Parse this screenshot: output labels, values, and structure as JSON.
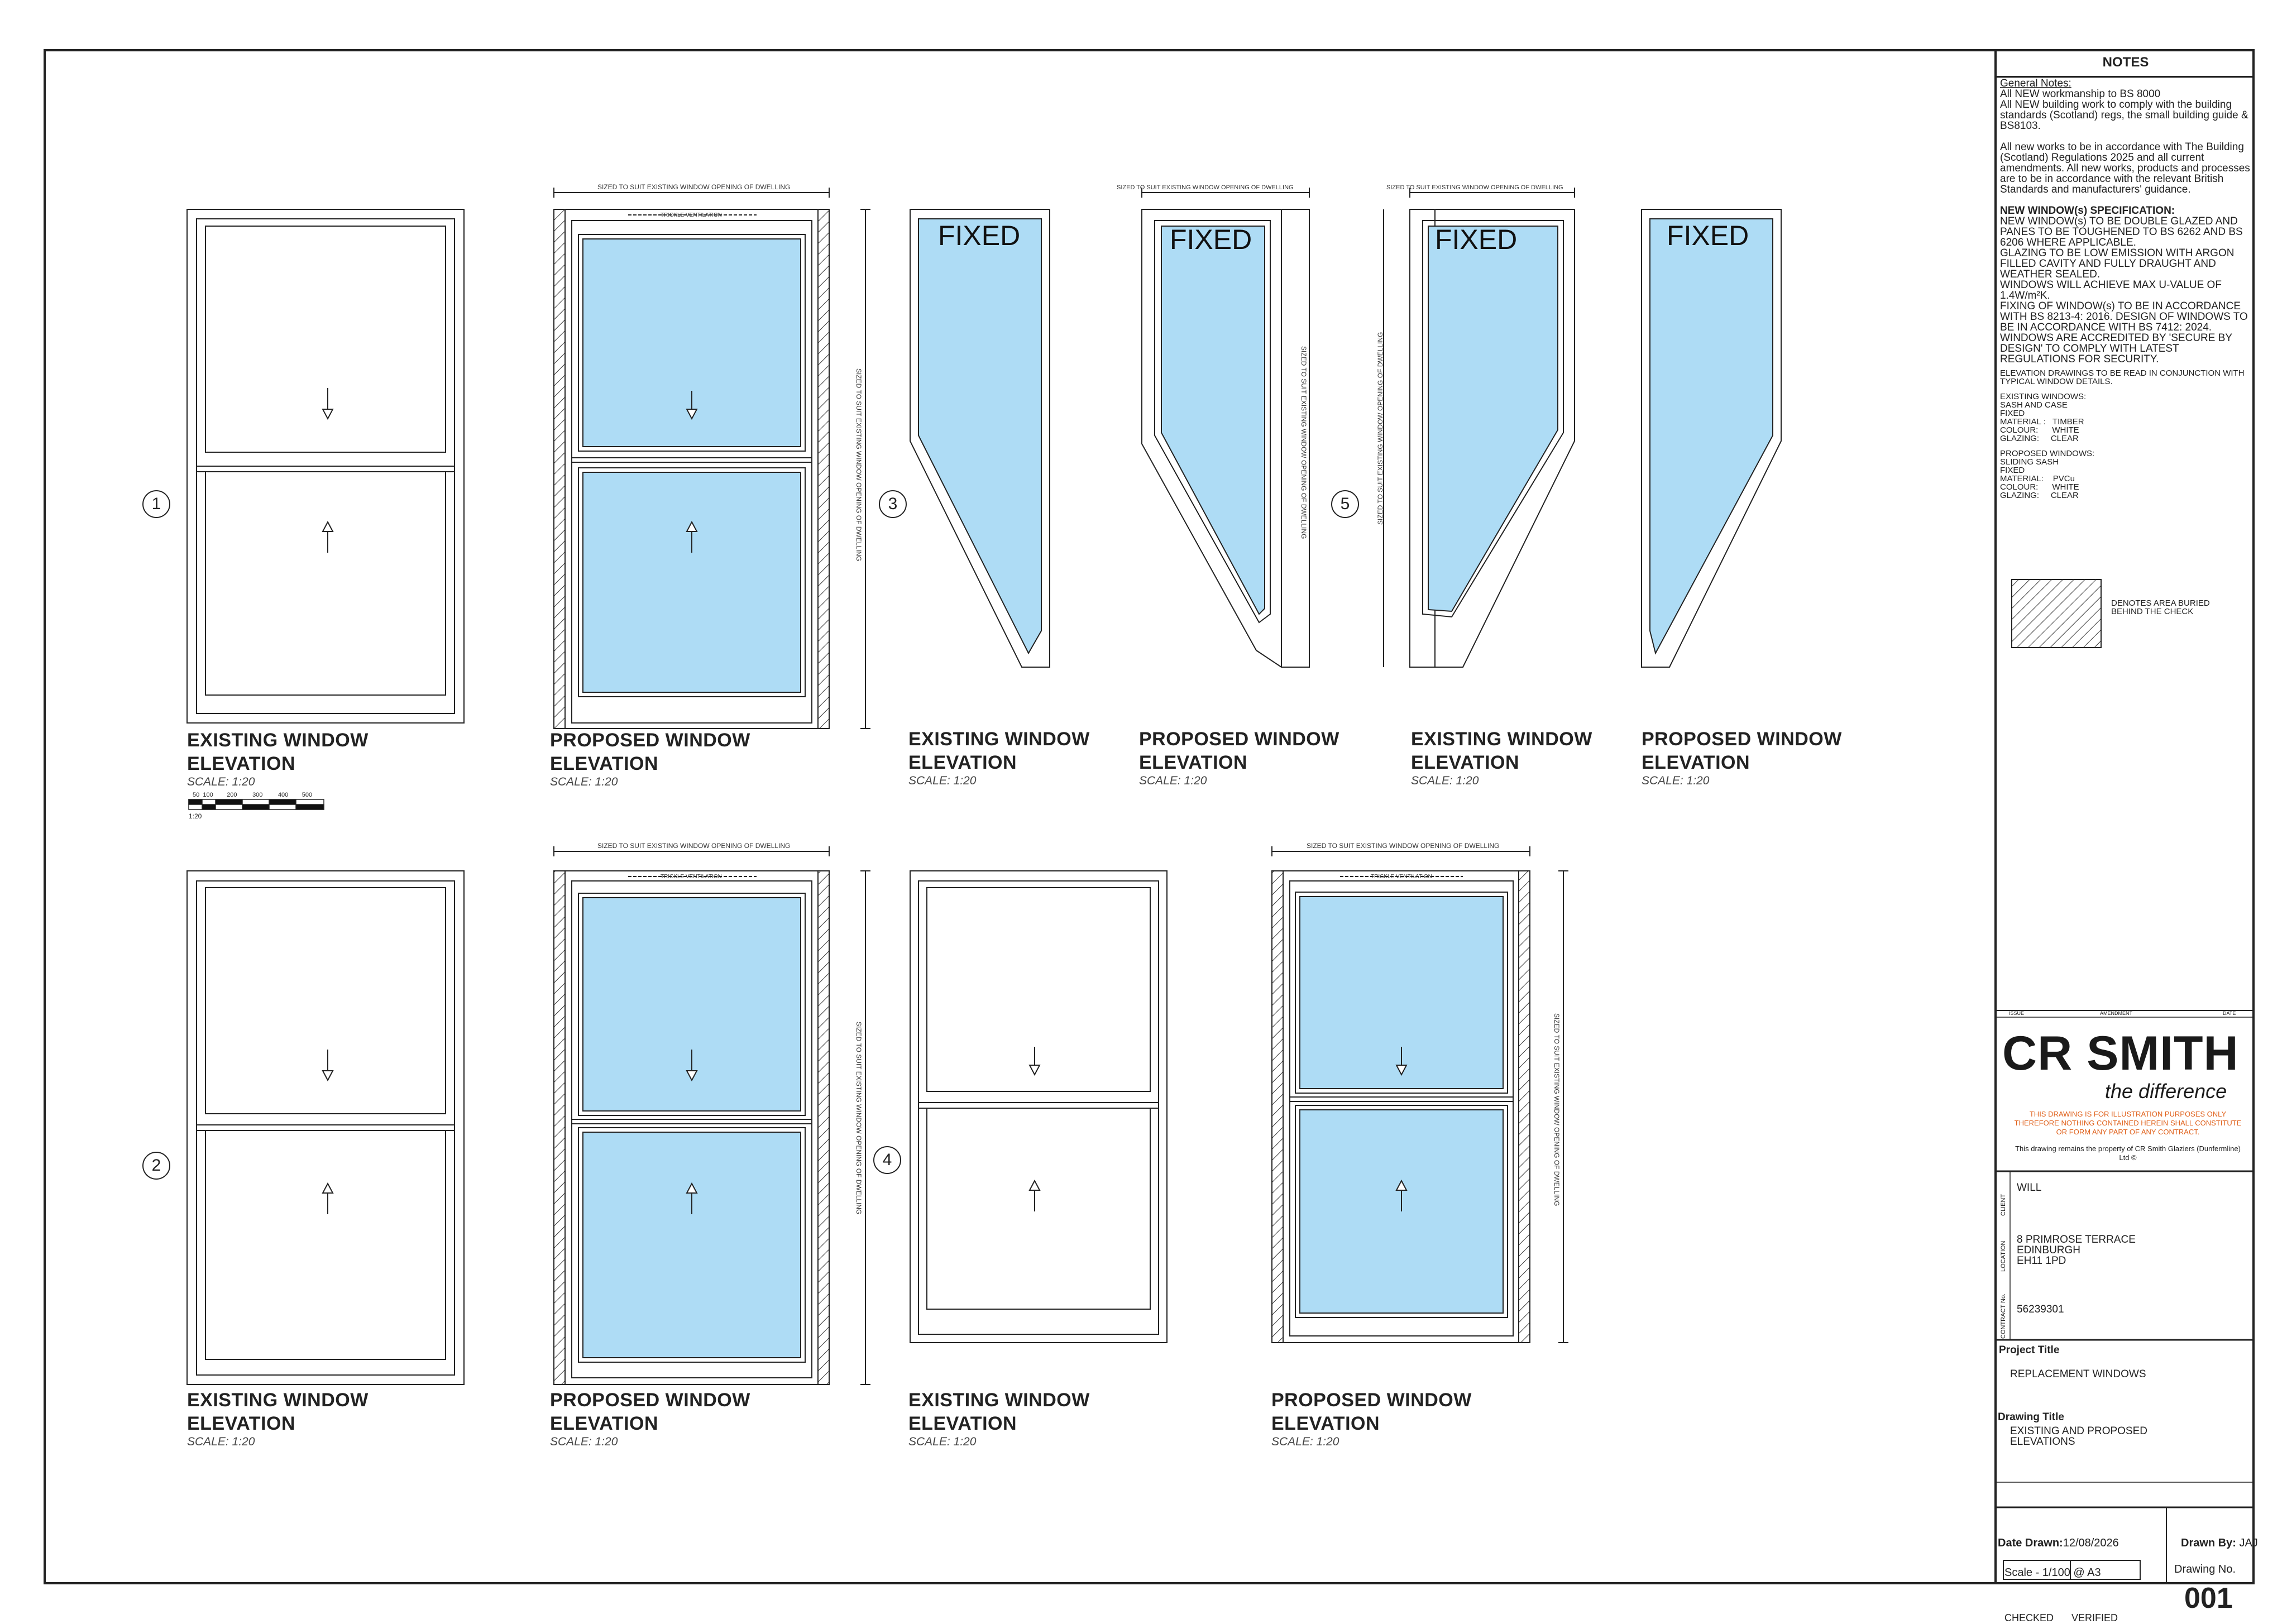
{
  "elevations": [
    {
      "id": "e1-existing",
      "title_line1": "EXISTING WINDOW",
      "title_line2": "ELEVATION",
      "scale": "SCALE: 1:20"
    },
    {
      "id": "e1-proposed",
      "title_line1": "PROPOSED WINDOW",
      "title_line2": "ELEVATION",
      "scale": "SCALE: 1:20"
    },
    {
      "id": "e3-existing",
      "title_line1": "EXISTING WINDOW",
      "title_line2": "ELEVATION",
      "scale": "SCALE: 1:20"
    },
    {
      "id": "e3-proposed",
      "title_line1": "PROPOSED WINDOW",
      "title_line2": "ELEVATION",
      "scale": "SCALE: 1:20"
    },
    {
      "id": "e5-existing",
      "title_line1": "EXISTING WINDOW",
      "title_line2": "ELEVATION",
      "scale": "SCALE: 1:20"
    },
    {
      "id": "e5-proposed",
      "title_line1": "PROPOSED WINDOW",
      "title_line2": "ELEVATION",
      "scale": "SCALE: 1:20"
    },
    {
      "id": "e2-existing",
      "title_line1": "EXISTING WINDOW",
      "title_line2": "ELEVATION",
      "scale": "SCALE: 1:20"
    },
    {
      "id": "e2-proposed",
      "title_line1": "PROPOSED WINDOW",
      "title_line2": "ELEVATION",
      "scale": "SCALE: 1:20"
    },
    {
      "id": "e4-existing",
      "title_line1": "EXISTING WINDOW",
      "title_line2": "ELEVATION",
      "scale": "SCALE: 1:20"
    },
    {
      "id": "e4-proposed",
      "title_line1": "PROPOSED WINDOW",
      "title_line2": "ELEVATION",
      "scale": "SCALE: 1:20"
    }
  ],
  "window_numbers": [
    "1",
    "3",
    "5",
    "2",
    "4"
  ],
  "fixed_label": "FIXED",
  "dim_text": "SIZED TO SUIT EXISTING WINDOW OPENING OF DWELLING",
  "trickle_text": "TRICKLE VENTILATION",
  "scale_bar": {
    "ticks": [
      "50",
      "100",
      "200",
      "300",
      "400",
      "500"
    ],
    "label": "1:20"
  },
  "notes": {
    "header": "NOTES",
    "general_heading": "General Notes:",
    "general_1": "All NEW workmanship to BS 8000",
    "general_2": "All NEW building work to comply with the building standards (Scotland) regs, the small building guide & BS8103.",
    "general_3": "All new works to be in accordance with The Building (Scotland) Regulations 2025 and all current amendments. All new works, products and processes are to be in accordance with the relevant British Standards and manufacturers' guidance.",
    "spec_heading": "NEW WINDOW(s) SPECIFICATION:",
    "spec_1": "NEW WINDOW(s) TO BE DOUBLE GLAZED AND PANES TO BE TOUGHENED TO BS 6262 AND BS 6206 WHERE APPLICABLE.",
    "spec_2": "GLAZING TO BE LOW EMISSION WITH ARGON FILLED CAVITY AND FULLY DRAUGHT AND WEATHER SEALED.",
    "spec_3": "WINDOWS WILL ACHIEVE MAX U-VALUE OF 1.4W/m²K.",
    "spec_4": "FIXING OF WINDOW(s) TO BE IN ACCORDANCE WITH BS 8213-4: 2016. DESIGN OF WINDOWS TO BE IN ACCORDANCE WITH BS 7412: 2024.",
    "spec_5": "WINDOWS ARE ACCREDITED BY 'SECURE BY DESIGN' TO COMPLY WITH LATEST REGULATIONS FOR SECURITY.",
    "elev_note": "ELEVATION DRAWINGS TO BE READ IN CONJUNCTION WITH TYPICAL WINDOW DETAILS.",
    "existing_heading": "EXISTING WINDOWS:",
    "existing_1": "SASH AND CASE",
    "existing_2": "FIXED",
    "existing_material": "MATERIAL :   TIMBER",
    "existing_colour": "COLOUR:      WHITE",
    "existing_glazing": "GLAZING:     CLEAR",
    "proposed_heading": "PROPOSED WINDOWS:",
    "proposed_1": "SLIDING SASH",
    "proposed_2": "FIXED",
    "proposed_material": "MATERIAL:    PVCu",
    "proposed_colour": "COLOUR:      WHITE",
    "proposed_glazing": "GLAZING:     CLEAR",
    "legend_text": "DENOTES AREA BURIED BEHIND THE CHECK"
  },
  "issue_table": {
    "issue": "ISSUE",
    "amendment": "AMENDMENT",
    "date": "DATE"
  },
  "brand": {
    "logo": "CR SMITH",
    "tagline": "the difference",
    "disclaimer": "THIS DRAWING IS FOR ILLUSTRATION PURPOSES ONLY THEREFORE NOTHING CONTAINED HEREIN SHALL CONSTITUTE OR FORM ANY PART OF ANY CONTRACT.",
    "property": "This drawing remains the property of CR Smith Glaziers (Dunfermline) Ltd ©"
  },
  "client": {
    "label": "CLIENT",
    "value": "WILL"
  },
  "location": {
    "label": "LOCATION",
    "line1": "8 PRIMROSE TERRACE",
    "line2": "EDINBURGH",
    "line3": "EH11 1PD"
  },
  "contract": {
    "label": "CONTRACT No.",
    "value": "56239301"
  },
  "project": {
    "label": "Project Title",
    "value": "REPLACEMENT WINDOWS"
  },
  "drawing": {
    "label": "Drawing Title",
    "line1": "EXISTING AND PROPOSED",
    "line2": "ELEVATIONS"
  },
  "date_drawn": {
    "label": "Date Drawn:",
    "value": "12/08/2026"
  },
  "drawn_by": {
    "label": "Drawn By:",
    "value": "JAJ"
  },
  "scale_note": "Scale - 1/100  @ A3",
  "drawing_no": {
    "label": "Drawing No.",
    "value": "001"
  },
  "checked": "CHECKED",
  "verified": "VERIFIED",
  "colors": {
    "glass": "#aedcf5",
    "line": "#222222",
    "brand_orange": "#e0601a"
  }
}
